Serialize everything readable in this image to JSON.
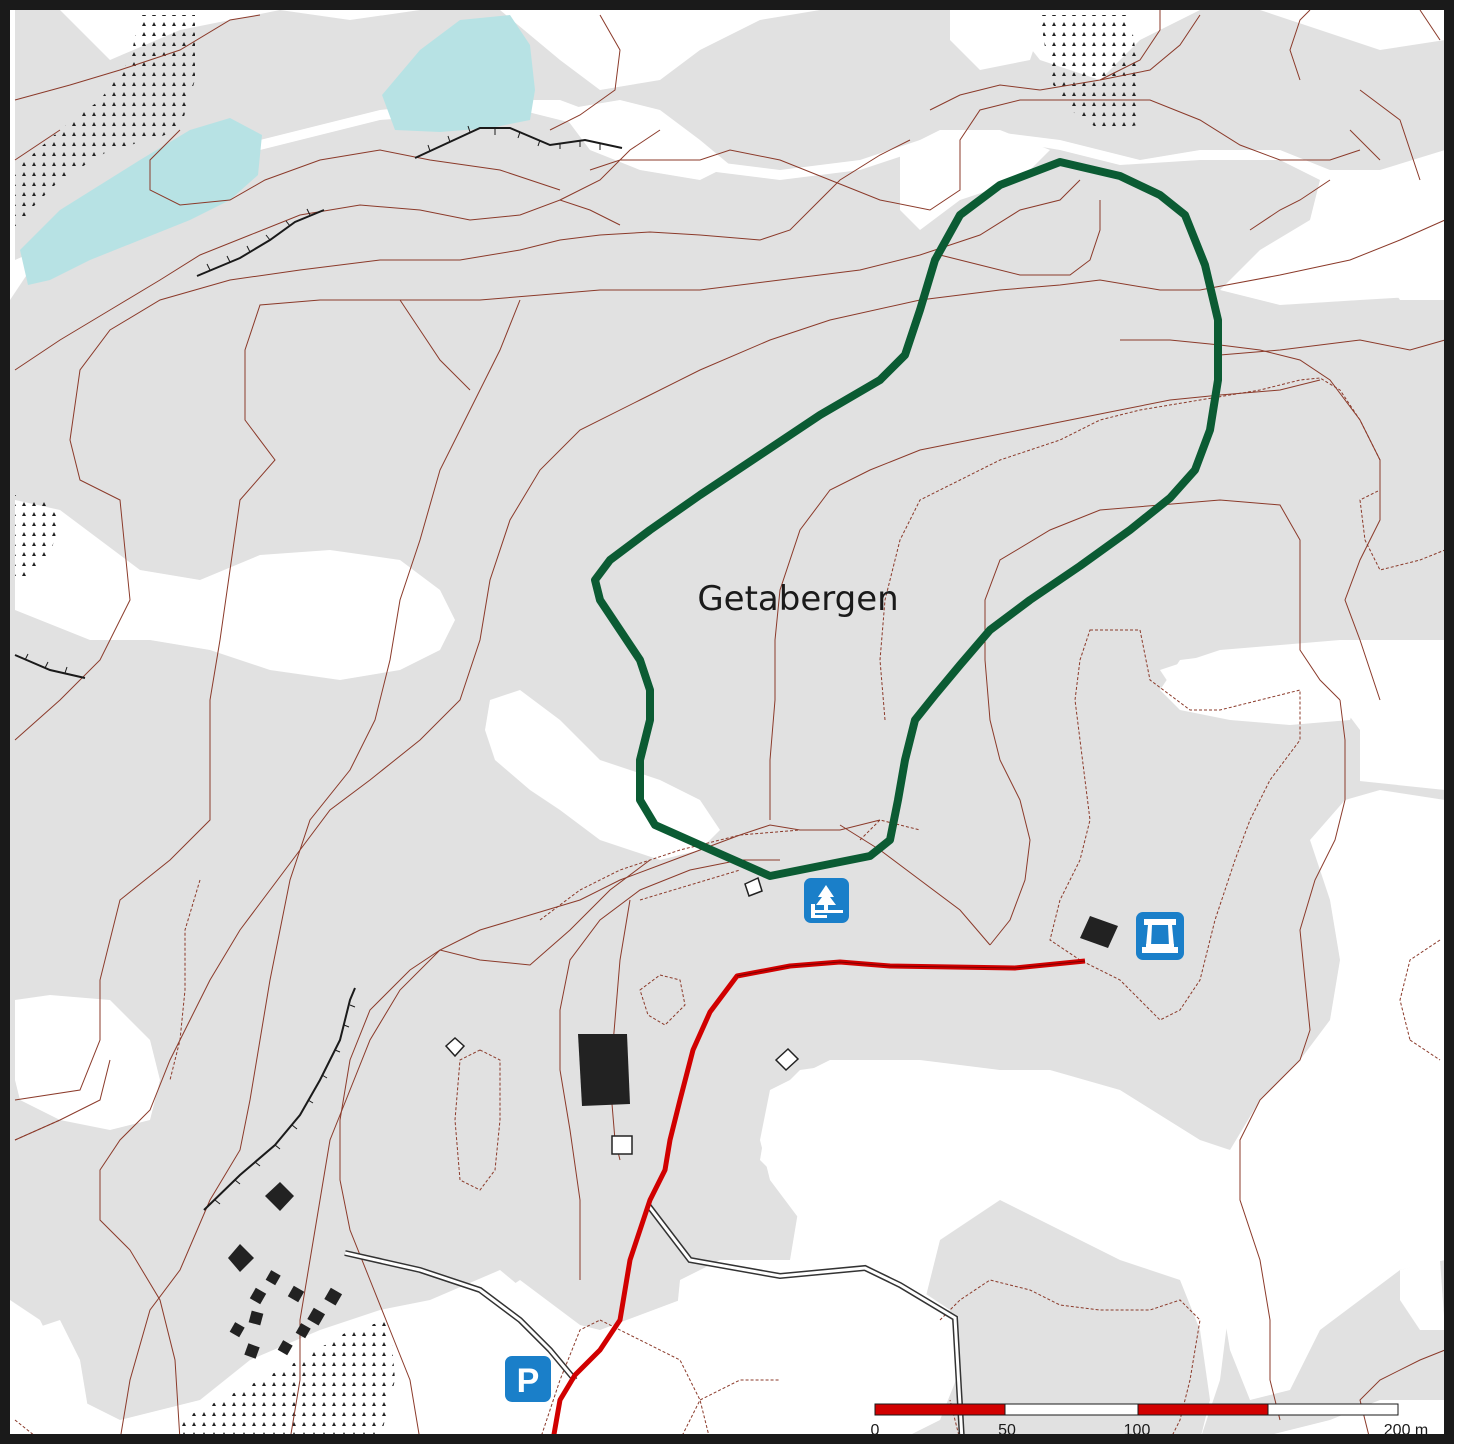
{
  "map": {
    "place_label": "Getabergen",
    "colors": {
      "open_land": "#e1e1e1",
      "forest": "#ffffff",
      "water": "#b7e2e4",
      "contour": "#8b3a2a",
      "trail_loop": "#0b5b33",
      "trail_red": "#d10000",
      "building": "#222222",
      "icon_blue": "#1a7fc9",
      "frame": "#1a1a1a"
    },
    "icons": {
      "picnic": "picnic-area-icon",
      "lookout": "lookout-tower-icon",
      "parking_label": "P"
    }
  },
  "scale_bar": {
    "labels": [
      "0",
      "50",
      "100",
      "200 m"
    ],
    "values": [
      0,
      50,
      100,
      200
    ],
    "unit": "m"
  }
}
